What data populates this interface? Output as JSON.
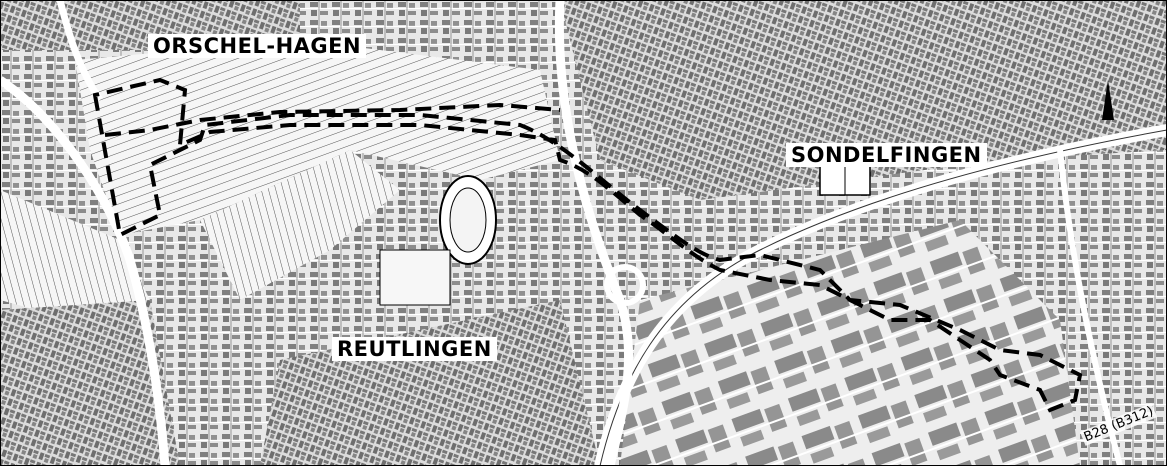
{
  "map": {
    "labels": {
      "orschel_hagen": "ORSCHEL-HAGEN",
      "sondelfingen": "SONDELFINGEN",
      "reutlingen": "REUTLINGEN"
    },
    "road_label": "B28 (B312)",
    "colors": {
      "background": "#ececec",
      "building": "#8a8a8a",
      "road": "#ffffff",
      "boundary": "#000000"
    }
  }
}
